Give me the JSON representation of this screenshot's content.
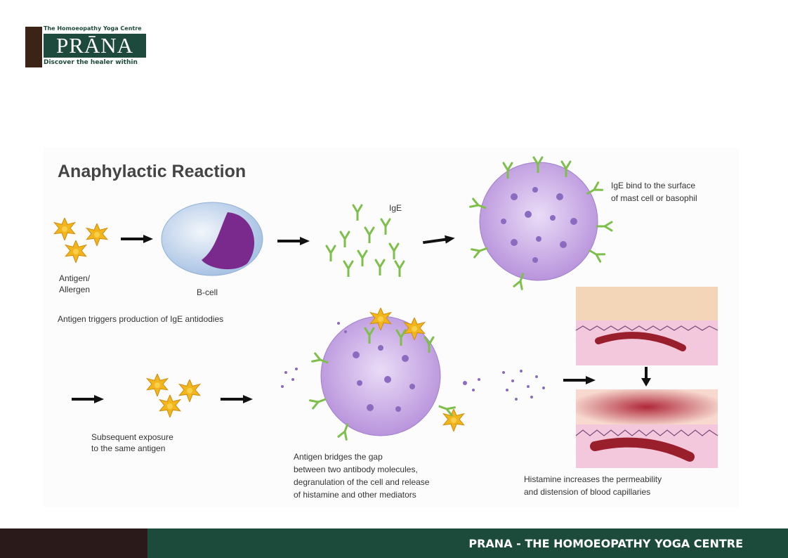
{
  "logo": {
    "tagline_top": "The Homoeopathy Yoga Centre",
    "wordmark": "PRĀNA",
    "tagline_bottom": "Discover the healer within"
  },
  "diagram": {
    "title": "Anaphylactic Reaction",
    "labels": {
      "antigen": [
        "Antigen/",
        "Allergen"
      ],
      "bcell": "B-cell",
      "ige": "IgE",
      "ige_bind": [
        "IgE bind to the surface",
        "of mast cell or basophil"
      ],
      "triggers": "Antigen triggers production of IgE antidodies",
      "exposure": [
        "Subsequent exposure",
        "to the same antigen"
      ],
      "bridges": [
        "Antigen bridges the gap",
        "between two antibody molecules,",
        "degranulation of the cell and release",
        "of histamine and other mediators"
      ],
      "histamine": [
        "Histamine increases the permeability",
        "and distension of blood capillaries"
      ]
    }
  },
  "footer": {
    "text": "PRANA - THE HOMOEOPATHY YOGA CENTRE"
  },
  "colors": {
    "brand_green": "#1d4a3c",
    "footer_green": "#1c4a3b",
    "footer_dark": "#2a1a1a",
    "antigen_yellow": "#f2b51c",
    "cell_purple": "#c9a9e6",
    "antibody_green": "#7dbf4a"
  }
}
